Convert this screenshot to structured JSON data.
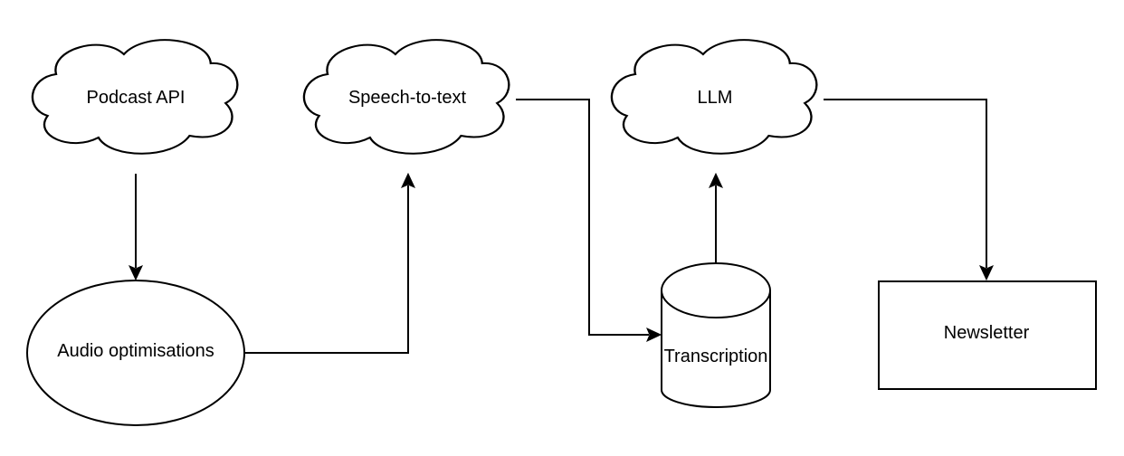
{
  "nodes": {
    "podcast_api": {
      "label": "Podcast API",
      "shape": "cloud"
    },
    "speech_to_text": {
      "label": "Speech-to-text",
      "shape": "cloud"
    },
    "llm": {
      "label": "LLM",
      "shape": "cloud"
    },
    "audio_optimisations": {
      "label": "Audio optimisations",
      "shape": "ellipse"
    },
    "transcription": {
      "label": "Transcription",
      "shape": "cylinder"
    },
    "newsletter": {
      "label": "Newsletter",
      "shape": "rectangle"
    }
  },
  "edges": [
    {
      "from": "podcast_api",
      "to": "audio_optimisations"
    },
    {
      "from": "audio_optimisations",
      "to": "speech_to_text"
    },
    {
      "from": "speech_to_text",
      "to": "transcription"
    },
    {
      "from": "transcription",
      "to": "llm"
    },
    {
      "from": "llm",
      "to": "newsletter"
    }
  ],
  "colors": {
    "stroke": "#000000",
    "fill": "#ffffff",
    "text": "#000000"
  }
}
